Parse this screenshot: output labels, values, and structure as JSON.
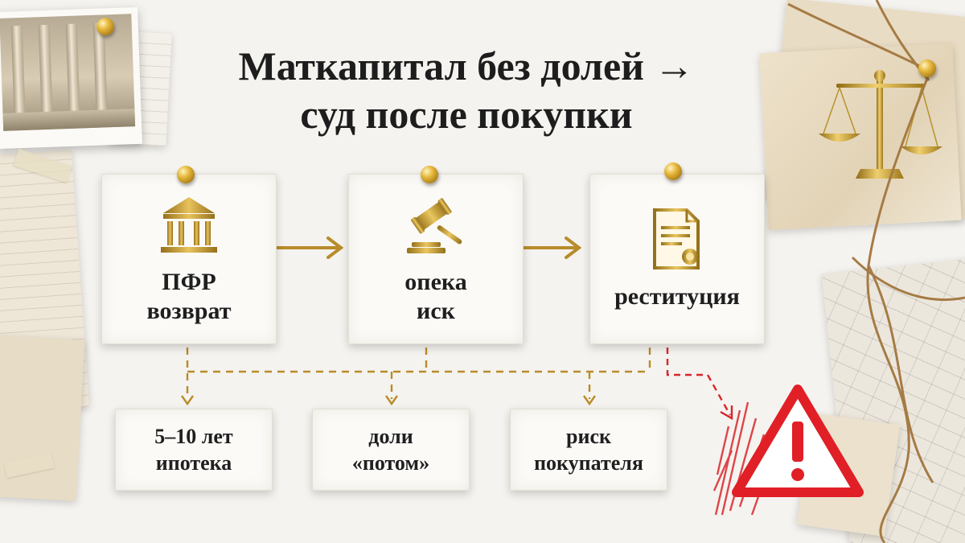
{
  "title": {
    "line1": "Маткапитал без долей →",
    "line2": "суд после покупки"
  },
  "steps": [
    {
      "icon": "government-building-icon",
      "label": "ПФР\nвозврат"
    },
    {
      "icon": "judge-gavel-icon",
      "label": "опека\nиск"
    },
    {
      "icon": "certificate-document-icon",
      "label": "реституция"
    }
  ],
  "consequences": [
    {
      "label": "5–10 лет\nипотека"
    },
    {
      "label": "доли\n«потом»"
    },
    {
      "label": "риск\nпокупателя"
    }
  ],
  "warning": {
    "icon": "warning-triangle-icon"
  },
  "colors": {
    "accent_gold": "#b8922e",
    "dashed_gold": "#b88c2a",
    "warning_red": "#e01f26",
    "text": "#1d1d1d"
  }
}
